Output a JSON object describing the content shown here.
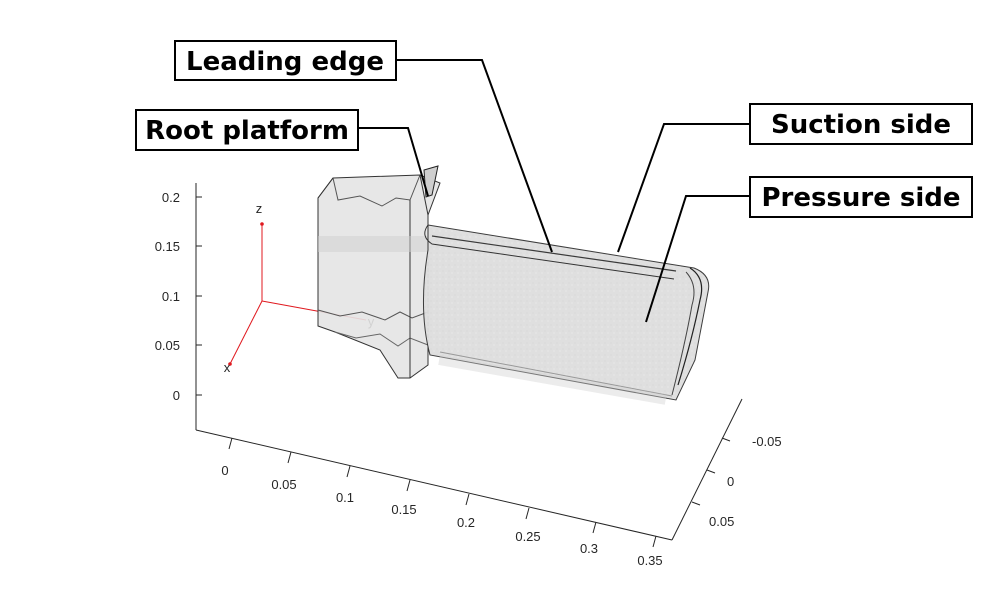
{
  "labels": {
    "leading_edge": "Leading edge",
    "root_platform": "Root platform",
    "suction_side": "Suction side",
    "pressure_side": "Pressure side"
  },
  "axes": {
    "z_ticks": [
      "0.2",
      "0.15",
      "0.1",
      "0.05",
      "0"
    ],
    "x_ticks": [
      "0",
      "0.05",
      "0.1",
      "0.15",
      "0.2",
      "0.25",
      "0.3",
      "0.35"
    ],
    "y_ticks": [
      "-0.05",
      "0",
      "0.05"
    ]
  },
  "triad": {
    "z": "z",
    "y": "y",
    "x": "x"
  },
  "colors": {
    "triad": "#e0191f",
    "blade_fill": "#d9d9d9",
    "outline": "#1a1a1a"
  }
}
